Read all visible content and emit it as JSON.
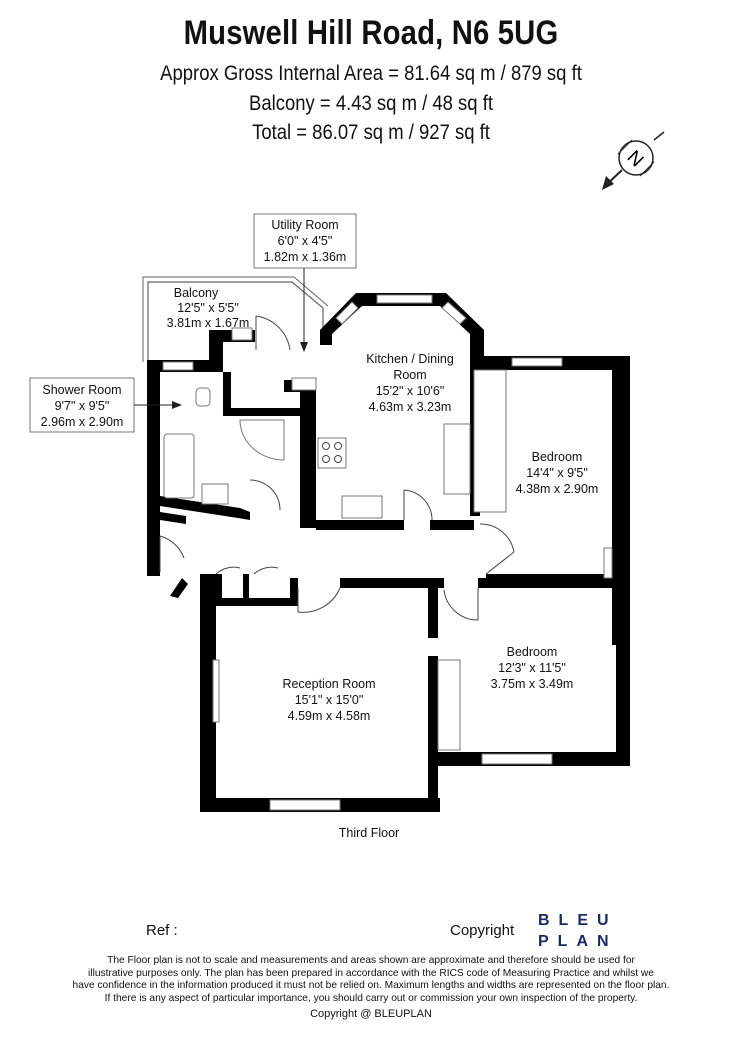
{
  "header": {
    "title": "Muswell Hill Road, N6 5UG",
    "area_line": "Approx Gross Internal Area = 81.64 sq m / 879 sq ft",
    "balcony_line": "Balcony = 4.43 sq m / 48 sq ft",
    "total_line": "Total = 86.07 sq m / 927 sq ft"
  },
  "compass": {
    "letter": "N",
    "icon": "north-arrow-icon"
  },
  "rooms": {
    "utility": {
      "name": "Utility Room",
      "imperial": "6'0\" x 4'5\"",
      "metric": "1.82m x 1.36m"
    },
    "balcony": {
      "name": "Balcony",
      "imperial": "12'5\" x 5'5\"",
      "metric": "3.81m x 1.67m"
    },
    "shower": {
      "name": "Shower Room",
      "imperial": "9'7\" x 9'5\"",
      "metric": "2.96m x 2.90m"
    },
    "kitchen": {
      "name_line1": "Kitchen / Dining",
      "name_line2": "Room",
      "imperial": "15'2\" x 10'6\"",
      "metric": "4.63m x 3.23m"
    },
    "bedroom1": {
      "name": "Bedroom",
      "imperial": "14'4\" x 9'5\"",
      "metric": "4.38m x 2.90m"
    },
    "bedroom2": {
      "name": "Bedroom",
      "imperial": "12'3\" x 11'5\"",
      "metric": "3.75m x 3.49m"
    },
    "reception": {
      "name": "Reception Room",
      "imperial": "15'1\" x 15'0\"",
      "metric": "4.59m x 4.58m"
    }
  },
  "floor_label": "Third Floor",
  "footer": {
    "ref": "Ref  :",
    "copyright": "Copyright",
    "logo_line1": "BLEU",
    "logo_line2": "PLAN",
    "disclaimer": [
      "The Floor plan is not to scale and measurements and areas shown are approximate and therefore should be used for",
      "illustrative purposes only. The plan has been prepared in accordance with the RICS code of Measuring Practice and whilst we",
      "have confidence in the information produced it must not be relied on. Maximum lengths and widths are represented on the floor plan.",
      "If there is any aspect of particular importance, you should carry out or commission your own inspection of the property."
    ],
    "copyright_line": "Copyright @ BLEUPLAN"
  }
}
